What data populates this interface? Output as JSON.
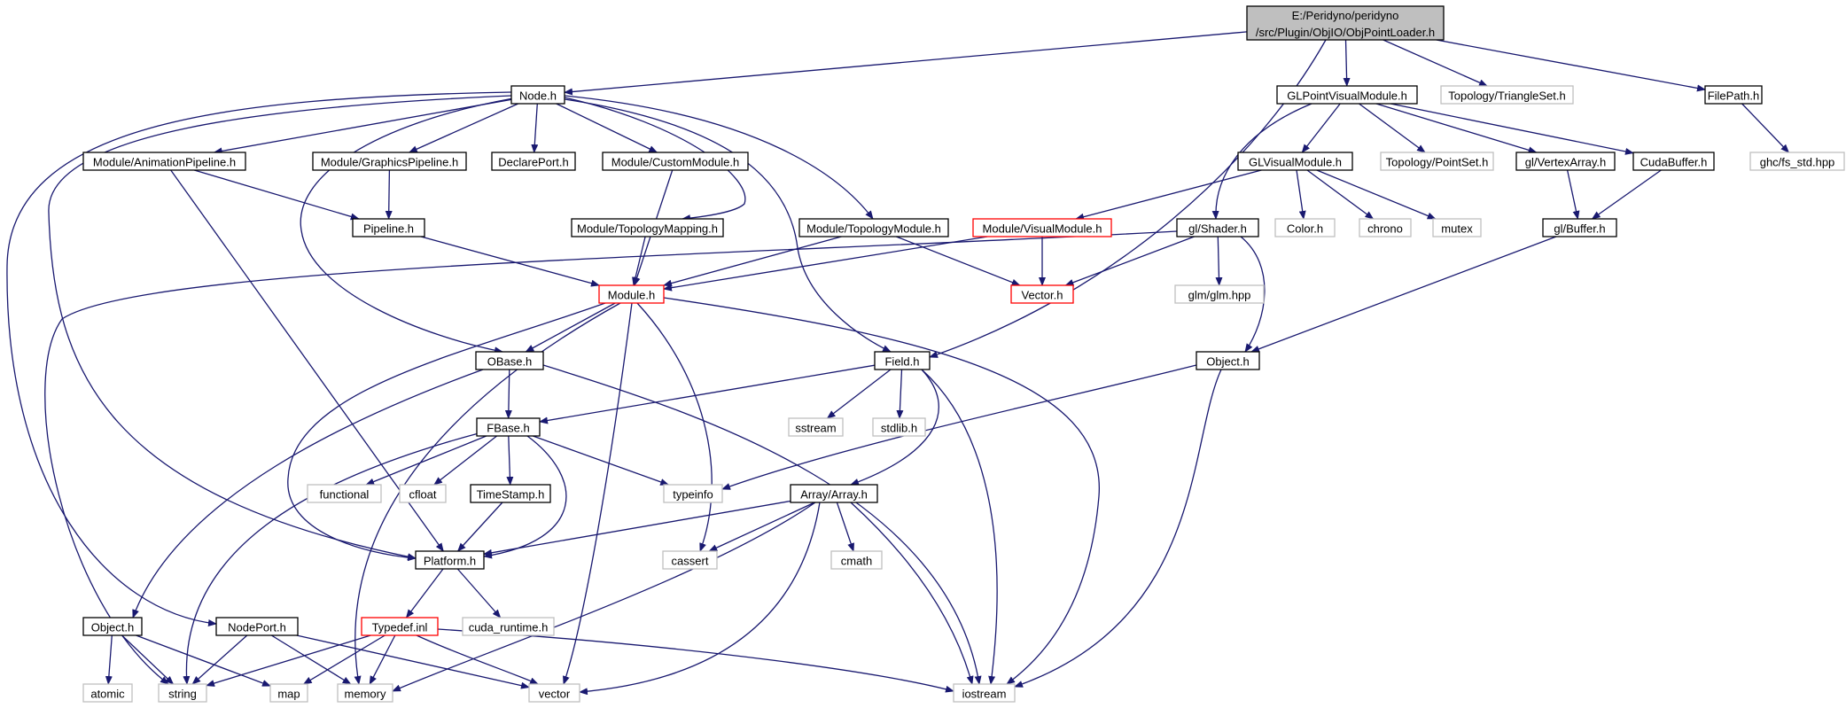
{
  "colors": {
    "edge": "#191970",
    "node_border": "#000000",
    "red_border": "#ff0000",
    "gray_border": "#bfbfbf",
    "root_fill": "#bfbfbf",
    "node_fill": "#ffffff"
  },
  "nodes": [
    {
      "id": "root",
      "lines": [
        "E:/Peridyno/peridyno",
        "/src/Plugin/ObjIO/ObjPointLoader.h"
      ],
      "style": "root"
    },
    {
      "id": "node_h",
      "lines": [
        "Node.h"
      ],
      "style": "normal"
    },
    {
      "id": "glpointvisual",
      "lines": [
        "GLPointVisualModule.h"
      ],
      "style": "normal"
    },
    {
      "id": "triangleset",
      "lines": [
        "Topology/TriangleSet.h"
      ],
      "style": "gray"
    },
    {
      "id": "filepath",
      "lines": [
        "FilePath.h"
      ],
      "style": "normal"
    },
    {
      "id": "ghc",
      "lines": [
        "ghc/fs_std.hpp"
      ],
      "style": "gray"
    },
    {
      "id": "animpipe",
      "lines": [
        "Module/AnimationPipeline.h"
      ],
      "style": "normal"
    },
    {
      "id": "graphpipe",
      "lines": [
        "Module/GraphicsPipeline.h"
      ],
      "style": "normal"
    },
    {
      "id": "declareport",
      "lines": [
        "DeclarePort.h"
      ],
      "style": "normal"
    },
    {
      "id": "custommodule",
      "lines": [
        "Module/CustomModule.h"
      ],
      "style": "normal"
    },
    {
      "id": "glvisual",
      "lines": [
        "GLVisualModule.h"
      ],
      "style": "normal"
    },
    {
      "id": "pointset",
      "lines": [
        "Topology/PointSet.h"
      ],
      "style": "gray"
    },
    {
      "id": "vertexarray",
      "lines": [
        "gl/VertexArray.h"
      ],
      "style": "normal"
    },
    {
      "id": "cudabuffer",
      "lines": [
        "CudaBuffer.h"
      ],
      "style": "normal"
    },
    {
      "id": "pipeline",
      "lines": [
        "Pipeline.h"
      ],
      "style": "normal"
    },
    {
      "id": "topomapping",
      "lines": [
        "Module/TopologyMapping.h"
      ],
      "style": "normal"
    },
    {
      "id": "topomodule",
      "lines": [
        "Module/TopologyModule.h"
      ],
      "style": "normal"
    },
    {
      "id": "visualmodule",
      "lines": [
        "Module/VisualModule.h"
      ],
      "style": "red"
    },
    {
      "id": "shader",
      "lines": [
        "gl/Shader.h"
      ],
      "style": "normal"
    },
    {
      "id": "color",
      "lines": [
        "Color.h"
      ],
      "style": "gray"
    },
    {
      "id": "chrono",
      "lines": [
        "chrono"
      ],
      "style": "gray"
    },
    {
      "id": "mutex",
      "lines": [
        "mutex"
      ],
      "style": "gray"
    },
    {
      "id": "buffer",
      "lines": [
        "gl/Buffer.h"
      ],
      "style": "normal"
    },
    {
      "id": "module",
      "lines": [
        "Module.h"
      ],
      "style": "red"
    },
    {
      "id": "vector_h",
      "lines": [
        "Vector.h"
      ],
      "style": "red"
    },
    {
      "id": "glm",
      "lines": [
        "glm/glm.hpp"
      ],
      "style": "gray"
    },
    {
      "id": "obase",
      "lines": [
        "OBase.h"
      ],
      "style": "normal"
    },
    {
      "id": "field",
      "lines": [
        "Field.h"
      ],
      "style": "normal"
    },
    {
      "id": "object_r",
      "lines": [
        "Object.h"
      ],
      "style": "normal"
    },
    {
      "id": "fbase",
      "lines": [
        "FBase.h"
      ],
      "style": "normal"
    },
    {
      "id": "sstream",
      "lines": [
        "sstream"
      ],
      "style": "gray"
    },
    {
      "id": "stdlib",
      "lines": [
        "stdlib.h"
      ],
      "style": "gray"
    },
    {
      "id": "functional",
      "lines": [
        "functional"
      ],
      "style": "gray"
    },
    {
      "id": "cfloat",
      "lines": [
        "cfloat"
      ],
      "style": "gray"
    },
    {
      "id": "timestamp",
      "lines": [
        "TimeStamp.h"
      ],
      "style": "normal"
    },
    {
      "id": "typeinfo",
      "lines": [
        "typeinfo"
      ],
      "style": "gray"
    },
    {
      "id": "array",
      "lines": [
        "Array/Array.h"
      ],
      "style": "normal"
    },
    {
      "id": "platform",
      "lines": [
        "Platform.h"
      ],
      "style": "normal"
    },
    {
      "id": "cassert",
      "lines": [
        "cassert"
      ],
      "style": "gray"
    },
    {
      "id": "cmath",
      "lines": [
        "cmath"
      ],
      "style": "gray"
    },
    {
      "id": "object_l",
      "lines": [
        "Object.h"
      ],
      "style": "normal"
    },
    {
      "id": "nodeport",
      "lines": [
        "NodePort.h"
      ],
      "style": "normal"
    },
    {
      "id": "typedef",
      "lines": [
        "Typedef.inl"
      ],
      "style": "red"
    },
    {
      "id": "cuda_runtime",
      "lines": [
        "cuda_runtime.h"
      ],
      "style": "gray"
    },
    {
      "id": "atomic",
      "lines": [
        "atomic"
      ],
      "style": "gray"
    },
    {
      "id": "string",
      "lines": [
        "string"
      ],
      "style": "gray"
    },
    {
      "id": "map",
      "lines": [
        "map"
      ],
      "style": "gray"
    },
    {
      "id": "memory",
      "lines": [
        "memory"
      ],
      "style": "gray"
    },
    {
      "id": "vector",
      "lines": [
        "vector"
      ],
      "style": "gray"
    },
    {
      "id": "iostream",
      "lines": [
        "iostream"
      ],
      "style": "gray"
    }
  ],
  "edges": [
    [
      "root",
      "node_h"
    ],
    [
      "root",
      "glpointvisual"
    ],
    [
      "root",
      "triangleset"
    ],
    [
      "root",
      "filepath"
    ],
    [
      "root",
      "field"
    ],
    [
      "filepath",
      "ghc"
    ],
    [
      "node_h",
      "animpipe"
    ],
    [
      "node_h",
      "graphpipe"
    ],
    [
      "node_h",
      "declareport"
    ],
    [
      "node_h",
      "custommodule"
    ],
    [
      "node_h",
      "topomapping"
    ],
    [
      "node_h",
      "topomodule"
    ],
    [
      "node_h",
      "obase"
    ],
    [
      "node_h",
      "field"
    ],
    [
      "node_h",
      "platform"
    ],
    [
      "node_h",
      "nodeport"
    ],
    [
      "glpointvisual",
      "glvisual"
    ],
    [
      "glpointvisual",
      "pointset"
    ],
    [
      "glpointvisual",
      "vertexarray"
    ],
    [
      "glpointvisual",
      "cudabuffer"
    ],
    [
      "glpointvisual",
      "shader"
    ],
    [
      "glvisual",
      "visualmodule"
    ],
    [
      "glvisual",
      "color"
    ],
    [
      "glvisual",
      "chrono"
    ],
    [
      "glvisual",
      "mutex"
    ],
    [
      "vertexarray",
      "buffer"
    ],
    [
      "cudabuffer",
      "buffer"
    ],
    [
      "animpipe",
      "pipeline"
    ],
    [
      "animpipe",
      "platform"
    ],
    [
      "graphpipe",
      "pipeline"
    ],
    [
      "custommodule",
      "module"
    ],
    [
      "pipeline",
      "module"
    ],
    [
      "topomapping",
      "module"
    ],
    [
      "topomodule",
      "module"
    ],
    [
      "topomodule",
      "vector_h"
    ],
    [
      "visualmodule",
      "module"
    ],
    [
      "visualmodule",
      "vector_h"
    ],
    [
      "shader",
      "vector_h"
    ],
    [
      "shader",
      "glm"
    ],
    [
      "shader",
      "object_r"
    ],
    [
      "shader",
      "string"
    ],
    [
      "buffer",
      "object_r"
    ],
    [
      "module",
      "obase"
    ],
    [
      "module",
      "platform"
    ],
    [
      "module",
      "memory"
    ],
    [
      "module",
      "vector"
    ],
    [
      "module",
      "cassert"
    ],
    [
      "module",
      "iostream"
    ],
    [
      "obase",
      "fbase"
    ],
    [
      "obase",
      "object_l"
    ],
    [
      "obase",
      "iostream"
    ],
    [
      "field",
      "fbase"
    ],
    [
      "field",
      "sstream"
    ],
    [
      "field",
      "stdlib"
    ],
    [
      "field",
      "array"
    ],
    [
      "field",
      "iostream"
    ],
    [
      "object_r",
      "typeinfo"
    ],
    [
      "object_r",
      "iostream"
    ],
    [
      "fbase",
      "functional"
    ],
    [
      "fbase",
      "cfloat"
    ],
    [
      "fbase",
      "timestamp"
    ],
    [
      "fbase",
      "typeinfo"
    ],
    [
      "fbase",
      "platform"
    ],
    [
      "fbase",
      "string"
    ],
    [
      "timestamp",
      "platform"
    ],
    [
      "array",
      "platform"
    ],
    [
      "array",
      "cassert"
    ],
    [
      "array",
      "cmath"
    ],
    [
      "array",
      "iostream"
    ],
    [
      "array",
      "memory"
    ],
    [
      "array",
      "vector"
    ],
    [
      "platform",
      "typedef"
    ],
    [
      "platform",
      "cuda_runtime"
    ],
    [
      "object_l",
      "atomic"
    ],
    [
      "object_l",
      "string"
    ],
    [
      "object_l",
      "map"
    ],
    [
      "nodeport",
      "string"
    ],
    [
      "nodeport",
      "memory"
    ],
    [
      "nodeport",
      "vector"
    ],
    [
      "typedef",
      "map"
    ],
    [
      "typedef",
      "memory"
    ],
    [
      "typedef",
      "vector"
    ],
    [
      "typedef",
      "string"
    ],
    [
      "typedef",
      "iostream"
    ]
  ]
}
